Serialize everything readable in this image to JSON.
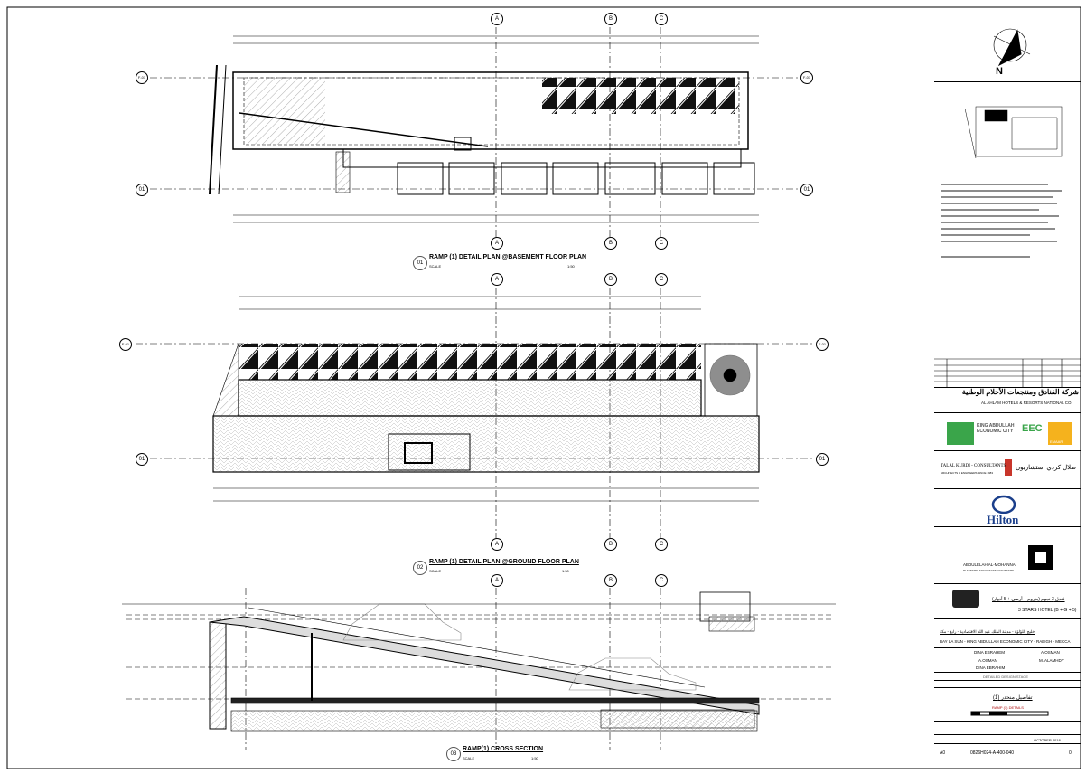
{
  "drawings": [
    {
      "number": "01",
      "title": "RAMP (1) DETAIL PLAN @BASEMENT FLOOR PLAN",
      "scale_label": "SCALE",
      "scale": "1:50"
    },
    {
      "number": "02",
      "title": "RAMP (1) DETAIL PLAN @GROUND FLOOR PLAN",
      "scale_label": "SCALE",
      "scale": "1:50"
    },
    {
      "number": "03",
      "title": "RAMP(1) CROSS SECTION",
      "scale_label": "SCALE",
      "scale": "1:50"
    }
  ],
  "grid": {
    "columns": [
      "A",
      "B",
      "C"
    ],
    "rows": [
      "F-01",
      "01"
    ]
  },
  "title_block": {
    "north": "N",
    "owner_name_ar": "شركة الفنادق ومنتجعات الأحلام الوطنية",
    "owner_name": "AL AHLAM HOTELS & RESORTS NATIONAL CO.",
    "developer_logos": [
      "KING ABDULLAH ECONOMIC CITY",
      "EEC",
      "EMAAR"
    ],
    "consultant": "TALAL KURDI - CONSULTANTS",
    "consultant_sub": "ARCHITECTS & ENGINEERS   SINCE 1983",
    "consultant_ar": "طلال كردي استشاريون",
    "operator": "Hilton",
    "architect": "ABDULELAH AL-MOHANNA",
    "architect_sub": "PLANNERS, ARCHITECTS, ENGINEERS",
    "project_ar": "فندق 3 نجوم (بدروم + أرضي + 5 أدوار)",
    "project": "3 STARS HOTEL (B + G + 5)",
    "location_ar": "خليج اللؤلؤة - مدينة الملك عبد الله الاقتصادية - رابغ - مكة",
    "location": "BAY LA SUN - KING ABDULLAH ECONOMIC CITY - RABIGH - MECCA",
    "people": [
      [
        "DINA EBRAHEM",
        "A.OSMAN"
      ],
      [
        "A.OSMAN",
        "M. ALAMHDY"
      ],
      [
        "DINA EBRAHIM",
        ""
      ]
    ],
    "stage": "DETAILED DESIGN STAGE",
    "drawing_title_ar": "تفاصيل منحدر (1)",
    "drawing_title": "RAMP (1) DETAILS",
    "date": "OCTOBER 2018",
    "size": "A0",
    "drawing_no": "0826H024-A-400-040",
    "revision": "0"
  }
}
